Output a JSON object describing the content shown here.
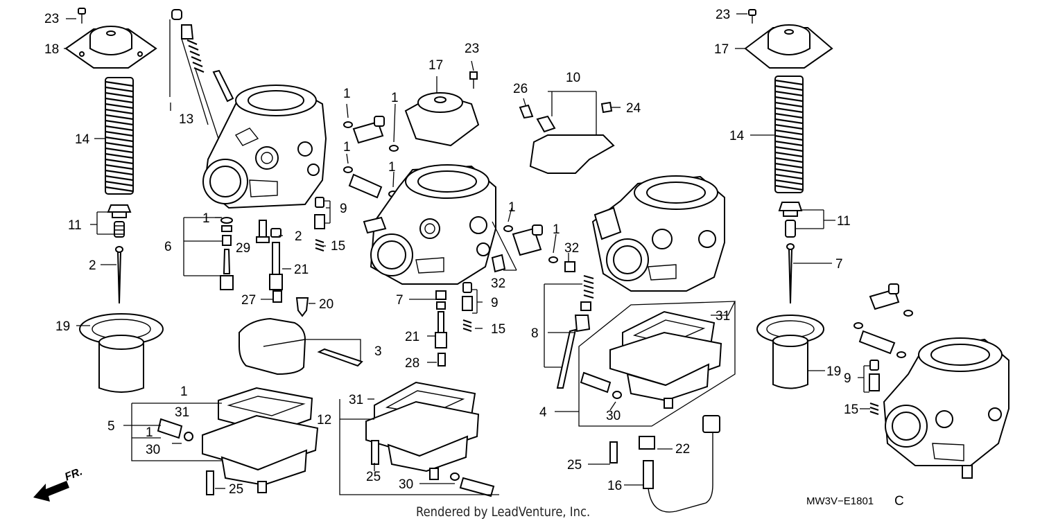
{
  "diagram": {
    "code": "MW3V−E1801",
    "code_suffix": "C",
    "credit": "Rendered by LeadVenture, Inc.",
    "direction_label": "FR.",
    "callouts": [
      "23",
      "18",
      "13",
      "14",
      "11",
      "2",
      "19",
      "1",
      "6",
      "29",
      "2",
      "9",
      "15",
      "21",
      "27",
      "20",
      "3",
      "1",
      "31",
      "5",
      "1",
      "30",
      "25",
      "1",
      "1",
      "1",
      "1",
      "17",
      "23",
      "7",
      "9",
      "21",
      "15",
      "28",
      "32",
      "31",
      "12",
      "25",
      "30",
      "10",
      "26",
      "24",
      "1",
      "1",
      "32",
      "8",
      "31",
      "4",
      "30",
      "22",
      "25",
      "16",
      "23",
      "17",
      "14",
      "11",
      "7",
      "19",
      "9",
      "15"
    ]
  }
}
